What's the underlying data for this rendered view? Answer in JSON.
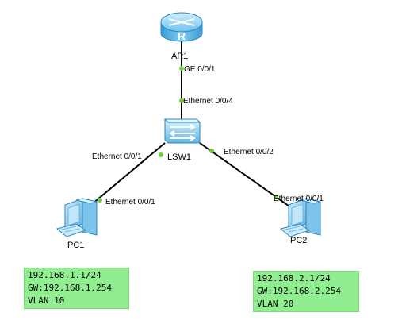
{
  "devices": {
    "router": {
      "name": "AR1"
    },
    "switch": {
      "name": "LSW1"
    },
    "pc1": {
      "name": "PC1"
    },
    "pc2": {
      "name": "PC2"
    }
  },
  "ports": {
    "ar1_uplink": "GE 0/0/1",
    "lsw1_to_ar1": "Ethernet 0/0/4",
    "lsw1_to_pc1": "Ethernet 0/0/1",
    "lsw1_to_pc2": "Ethernet 0/0/2",
    "pc1_port": "Ethernet 0/0/1",
    "pc2_port": "Ethernet 0/0/1"
  },
  "notes": {
    "pc1": {
      "ip": "192.168.1.1/24",
      "gw": "GW:192.168.1.254",
      "vlan": "VLAN 10"
    },
    "pc2": {
      "ip": "192.168.2.1/24",
      "gw": "GW:192.168.2.254",
      "vlan": "VLAN 20"
    }
  },
  "colors": {
    "link": "#000000",
    "port_dot": "#6ecb3c",
    "router": "#4aa8e0",
    "switch": "#4aa8e0",
    "note_bg": "#90ee90"
  }
}
